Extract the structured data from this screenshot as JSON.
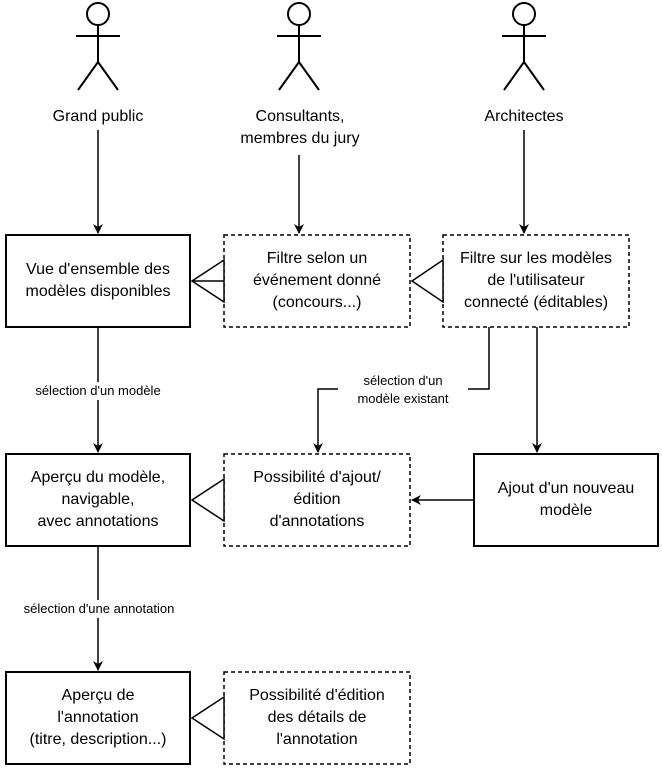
{
  "actors": [
    {
      "id": "grand-public",
      "label": "Grand public"
    },
    {
      "id": "consultants",
      "label_line1": "Consultants,",
      "label_line2": "membres du jury"
    },
    {
      "id": "architectes",
      "label": "Architectes"
    }
  ],
  "boxes": {
    "overview": {
      "lines": [
        "Vue d'ensemble des",
        "modèles disponibles"
      ]
    },
    "event_filter": {
      "lines": [
        "Filtre selon un",
        "événement donné",
        "(concours...)"
      ]
    },
    "user_filter": {
      "lines": [
        "Filtre sur les modèles",
        "de l'utilisateur",
        "connecté (éditables)"
      ]
    },
    "model_preview": {
      "lines": [
        "Aperçu du modèle,",
        "navigable,",
        "avec annotations"
      ]
    },
    "annotation_edit": {
      "lines": [
        "Possibilité d'ajout/",
        "édition",
        "d'annotations"
      ]
    },
    "new_model": {
      "lines": [
        "Ajout d'un nouveau",
        "modèle"
      ]
    },
    "annotation_preview": {
      "lines": [
        "Aperçu de",
        "l'annotation",
        "(titre, description...)"
      ]
    },
    "annotation_details_edit": {
      "lines": [
        "Possibilité d'édition",
        "des détails de",
        "l'annotation"
      ]
    }
  },
  "edges": {
    "select_model": "sélection d'un modèle",
    "select_existing_line1": "sélection d'un",
    "select_existing_line2": "modèle existant",
    "select_annotation": "sélection d'une annotation"
  }
}
